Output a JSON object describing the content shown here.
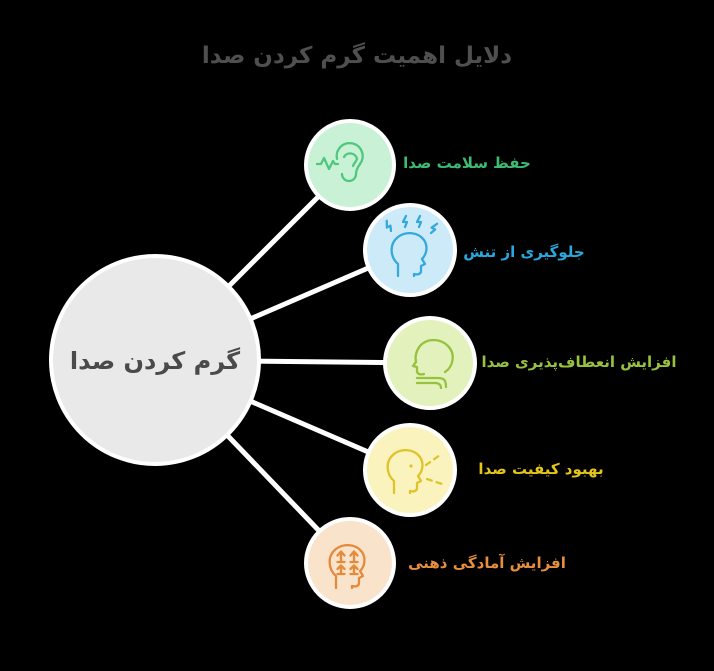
{
  "title": {
    "text": "دلایل اهمیت گرم کردن صدا",
    "color": "#4f4f4f"
  },
  "background_color": "#000000",
  "connector_color": "#ffffff",
  "ring_color": "#ffffff",
  "center_node": {
    "label": "گرم کردن صدا",
    "fill": "#e9e9e9",
    "text_color": "#4a4a4a"
  },
  "branches": [
    {
      "label": "حفظ سلامت صدا",
      "icon": "ear-icon",
      "circle_fill": "#c9f1d6",
      "icon_color": "#4ec87c",
      "label_color": "#3dbb72"
    },
    {
      "label": "جلوگیری از تنش",
      "icon": "stressed-head-icon",
      "circle_fill": "#cdeaf8",
      "icon_color": "#33a9de",
      "label_color": "#29a8df"
    },
    {
      "label": "افزایش انعطاف‌پذیری صدا",
      "icon": "throat-profile-icon",
      "circle_fill": "#e3f1bd",
      "icon_color": "#97c23f",
      "label_color": "#97c13e"
    },
    {
      "label": "بهبود کیفیت صدا",
      "icon": "speaking-head-icon",
      "circle_fill": "#faf3bd",
      "icon_color": "#dfc32a",
      "label_color": "#e3c51b"
    },
    {
      "label": "افزایش آمادگی ذهنی",
      "icon": "growth-mind-icon",
      "circle_fill": "#fae3cb",
      "icon_color": "#e5893b",
      "label_color": "#e78f3f"
    }
  ]
}
